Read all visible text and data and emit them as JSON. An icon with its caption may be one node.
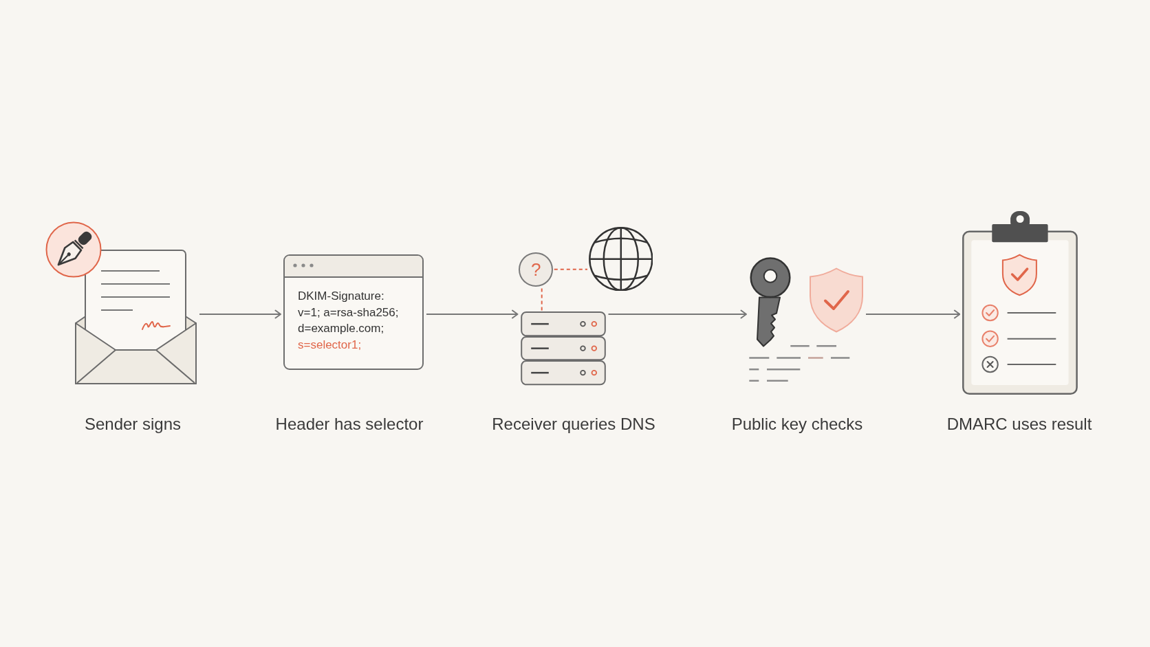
{
  "diagram": {
    "nodes": [
      {
        "text": [],
        "shape": "picture",
        "beside": [
          "Sender signs"
        ]
      },
      {
        "text": [
          "DKIM-Signature:",
          "v=1; a=rsa-sha256;",
          "d=example.com;",
          "s=selector1;"
        ],
        "beside": [
          "Header has selector"
        ]
      },
      {
        "text": [],
        "shape": "picture",
        "beside": [
          "Receiver queries DNS"
        ]
      },
      {
        "text": [
          "?"
        ]
      },
      {
        "text": [],
        "shape": "picture"
      },
      {
        "text": [],
        "shape": "picture",
        "beside": [
          "Public key checks"
        ]
      },
      {
        "text": [],
        "shape": "picture",
        "beside": [
          "DMARC uses result"
        ]
      }
    ],
    "edges": [
      {
        "from": 0,
        "to": 1,
        "arrow": "to"
      },
      {
        "from": 1,
        "to": 2,
        "arrow": "to"
      },
      {
        "from": 2,
        "to": 3,
        "arrow": "none",
        "style": "dashed",
        "color": "#e0664a"
      },
      {
        "from": 3,
        "to": 4,
        "arrow": "none",
        "style": "dashed",
        "color": "#e0664a"
      },
      {
        "from": 2,
        "to": 5,
        "arrow": "to"
      },
      {
        "from": 5,
        "to": 6,
        "arrow": "to"
      }
    ]
  }
}
